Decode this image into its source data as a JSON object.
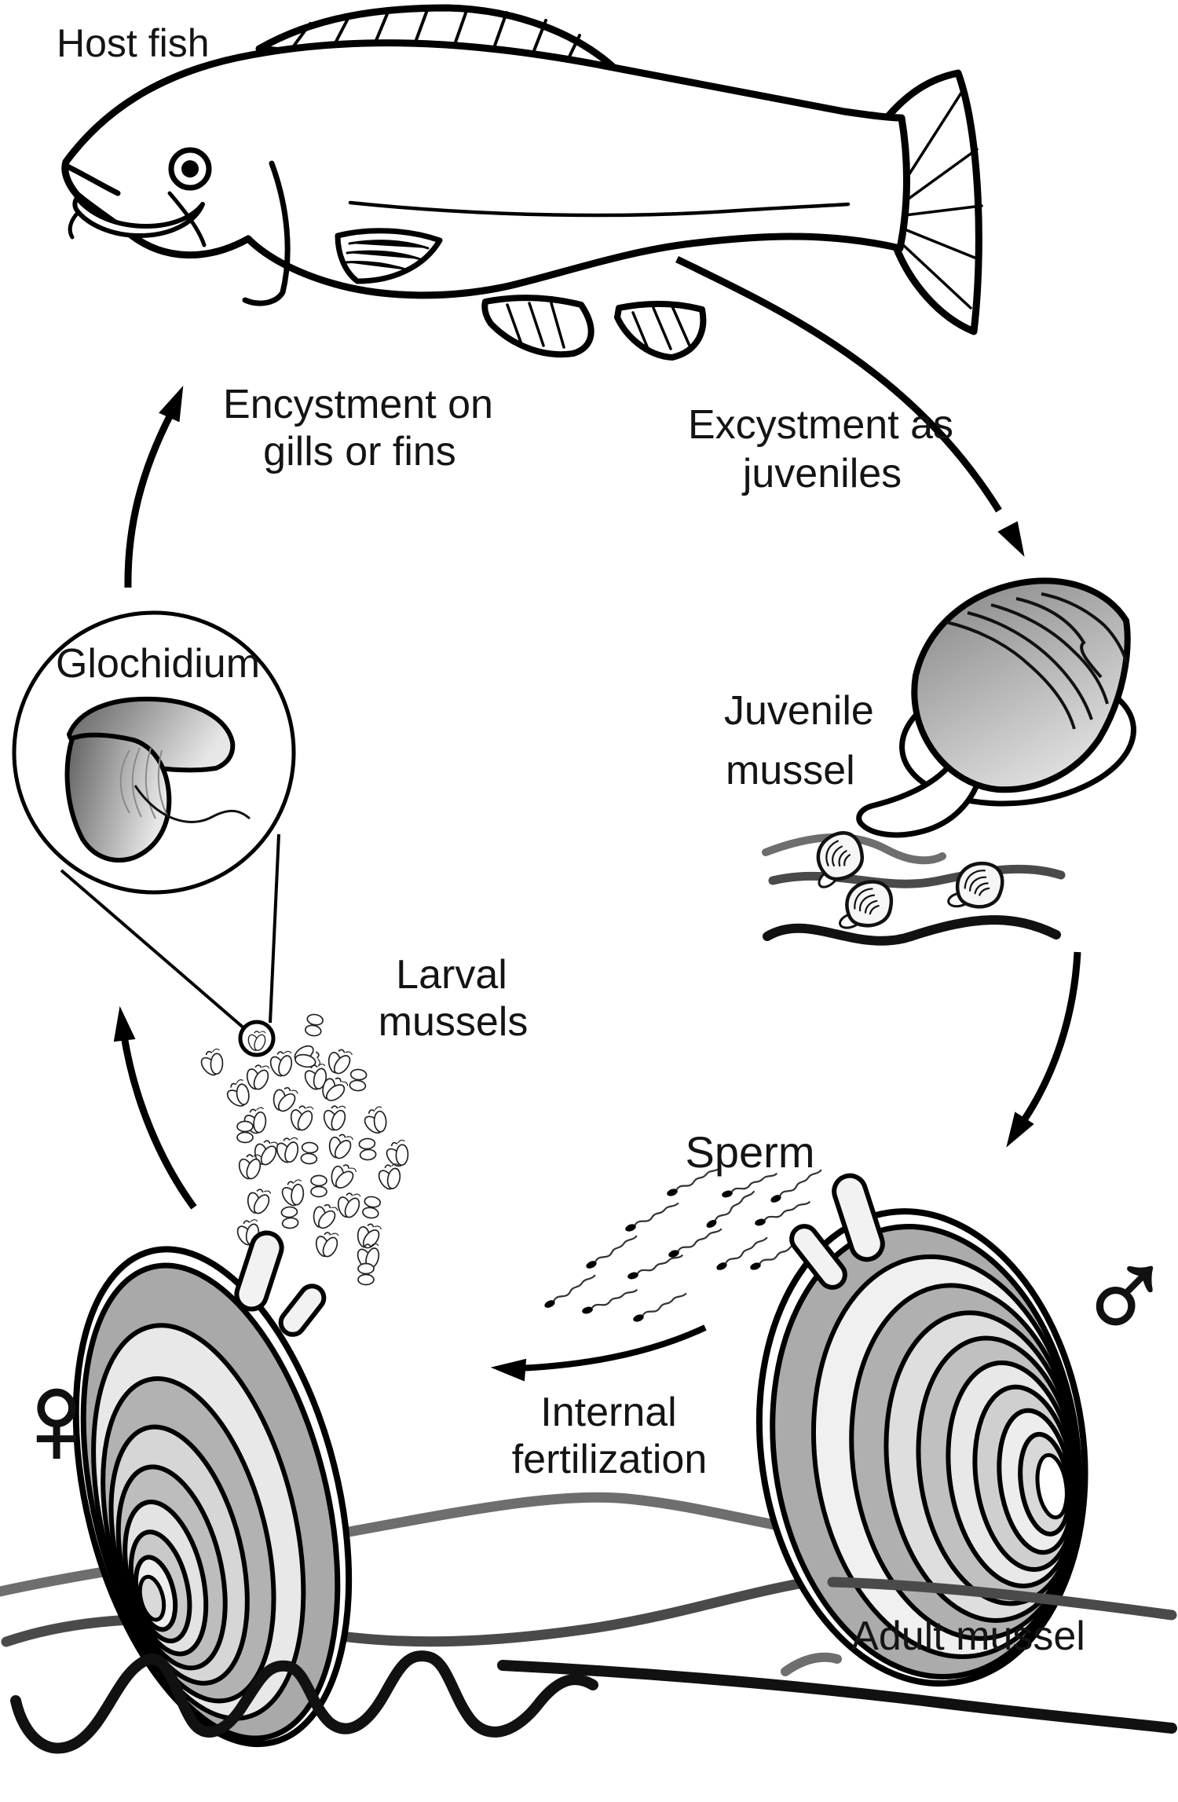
{
  "diagram": {
    "labels": {
      "host_fish": "Host fish",
      "encystment_line1": "Encystment on",
      "encystment_line2": "gills or fins",
      "excystment_line1": "Excystment as",
      "excystment_line2": "juveniles",
      "glochidium": "Glochidium",
      "juvenile_line1": "Juvenile",
      "juvenile_line2": "mussel",
      "larval_line1": "Larval",
      "larval_line2": "mussels",
      "sperm": "Sperm",
      "internal_line1": "Internal",
      "internal_line2": "fertilization",
      "adult_mussel": "Adult mussel",
      "female_symbol": "♀",
      "male_symbol": "♂"
    },
    "colors": {
      "ink": "#000000",
      "text": "#141414",
      "shell_dark_gray": "#a9a9a9",
      "shell_mid_gray": "#bdbdbd",
      "shell_light_gray": "#e8e8e8",
      "substrate_light": "#6e6e6e",
      "substrate_dark": "#4a4a4a",
      "substrate_black": "#111111"
    },
    "larvae": [
      [
        400,
        1305,
        "B",
        10
      ],
      [
        270,
        1352,
        "A",
        -20
      ],
      [
        358,
        1353,
        "A",
        -5
      ],
      [
        392,
        1345,
        "A",
        80
      ],
      [
        432,
        1350,
        "A",
        15
      ],
      [
        328,
        1370,
        "A",
        5
      ],
      [
        402,
        1370,
        "A",
        -10
      ],
      [
        425,
        1385,
        "A",
        30
      ],
      [
        456,
        1375,
        "B",
        5
      ],
      [
        303,
        1392,
        "A",
        -30
      ],
      [
        362,
        1398,
        "A",
        20
      ],
      [
        325,
        1426,
        "A",
        -15
      ],
      [
        384,
        1422,
        "A",
        5
      ],
      [
        426,
        1422,
        "A",
        0
      ],
      [
        478,
        1426,
        "A",
        -25
      ],
      [
        312,
        1441,
        "B",
        0
      ],
      [
        338,
        1466,
        "A",
        10
      ],
      [
        366,
        1463,
        "A",
        -5
      ],
      [
        394,
        1468,
        "B",
        5
      ],
      [
        433,
        1458,
        "A",
        15
      ],
      [
        468,
        1463,
        "B",
        -5
      ],
      [
        506,
        1468,
        "A",
        -20
      ],
      [
        318,
        1484,
        "A",
        0
      ],
      [
        436,
        1496,
        "A",
        25
      ],
      [
        496,
        1497,
        "A",
        -10
      ],
      [
        329,
        1528,
        "A",
        10
      ],
      [
        373,
        1518,
        "A",
        -15
      ],
      [
        406,
        1510,
        "B",
        0
      ],
      [
        444,
        1533,
        "A",
        5
      ],
      [
        473,
        1537,
        "B",
        10
      ],
      [
        369,
        1550,
        "B",
        -5
      ],
      [
        413,
        1547,
        "A",
        20
      ],
      [
        316,
        1568,
        "A",
        -10
      ],
      [
        416,
        1583,
        "A",
        5
      ],
      [
        469,
        1572,
        "A",
        15
      ],
      [
        469,
        1598,
        "A",
        -5
      ],
      [
        466,
        1622,
        "B",
        0
      ]
    ],
    "sperm_cells": [
      [
        856,
        1518,
        -20
      ],
      [
        926,
        1520,
        -15
      ],
      [
        988,
        1526,
        -25
      ],
      [
        803,
        1563,
        -20
      ],
      [
        906,
        1558,
        -30
      ],
      [
        968,
        1556,
        -15
      ],
      [
        753,
        1610,
        -25
      ],
      [
        858,
        1596,
        -20
      ],
      [
        806,
        1624,
        -15
      ],
      [
        919,
        1612,
        -25
      ],
      [
        962,
        1612,
        -20
      ],
      [
        700,
        1660,
        -25
      ],
      [
        748,
        1668,
        -15
      ],
      [
        813,
        1678,
        -20
      ]
    ],
    "substrate_juveniles": [
      [
        1068,
        1090,
        -15
      ],
      [
        1105,
        1150,
        5
      ],
      [
        1246,
        1126,
        12
      ]
    ]
  }
}
